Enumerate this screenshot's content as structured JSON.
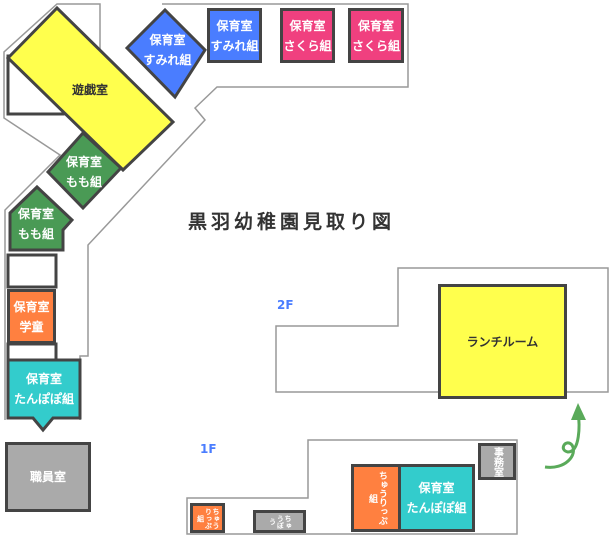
{
  "title": "黒羽幼稚園見取り図",
  "floors": {
    "f2": "2F",
    "f1": "1F"
  },
  "rooms": {
    "yugi": "遊戯室",
    "sumire1": [
      "保育室",
      "すみれ組"
    ],
    "sumire2": [
      "保育室",
      "すみれ組"
    ],
    "sakura1": [
      "保育室",
      "さくら組"
    ],
    "sakura2": [
      "保育室",
      "さくら組"
    ],
    "momo1": [
      "保育室",
      "もも組"
    ],
    "momo2": [
      "保育室",
      "もも組"
    ],
    "gakudo": [
      "保育室",
      "学童"
    ],
    "tanpopo1": [
      "保育室",
      "たんぽぽ組"
    ],
    "shokuin": "職員室",
    "lunch": "ランチルーム",
    "tulip_small": "ちゅうりっぷ組",
    "chubo": "ちゅうぼう",
    "tulip": "ちゅうりっぷ組",
    "tanpopo2": [
      "保育室",
      "たんぽぽ組"
    ],
    "jimu": "事務室"
  },
  "colors": {
    "yellow": "#ffff4d",
    "blue": "#4a7dff",
    "pink": "#f0407f",
    "green": "#4a9a55",
    "orange": "#ff8040",
    "teal": "#33cccc",
    "grey": "#aaaaaa",
    "floor_label": "#4a7dff",
    "arrow": "#5aaa5a"
  }
}
